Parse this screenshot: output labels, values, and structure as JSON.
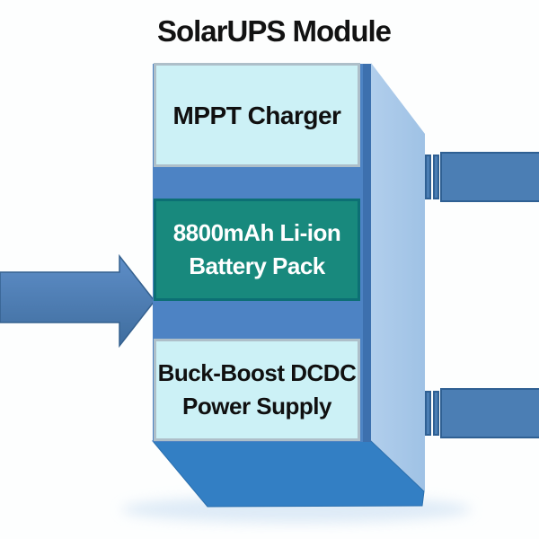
{
  "title": "SolarUPS Module",
  "module": {
    "blocks": [
      {
        "name": "mppt-charger",
        "lines": [
          "MPPT Charger"
        ]
      },
      {
        "name": "battery-pack",
        "lines": [
          "8800mAh Li-ion",
          "Battery Pack"
        ]
      },
      {
        "name": "dcdc-power-supply",
        "lines": [
          "Buck-Boost DCDC",
          "Power Supply"
        ]
      }
    ]
  },
  "icons": {
    "input_arrow": "right-arrow",
    "output_connector_top": "cable-plug",
    "output_connector_bottom": "cable-plug"
  },
  "colors": {
    "front_face": "#4d83c4",
    "front_face_edge": "#3d70ae",
    "side_face": "#a8c8e8",
    "bottom_face": "#337fc4",
    "panel_background": "#ccf1f6",
    "panel_border": "#aebfc9",
    "battery_background": "#18897d",
    "battery_border": "#0c6f74",
    "battery_text": "#ffffff",
    "arrow_fill": "#4b7bb0",
    "connector_fill": "#4b7eb4",
    "connector_border": "#2f6093",
    "title_text": "#121212"
  }
}
